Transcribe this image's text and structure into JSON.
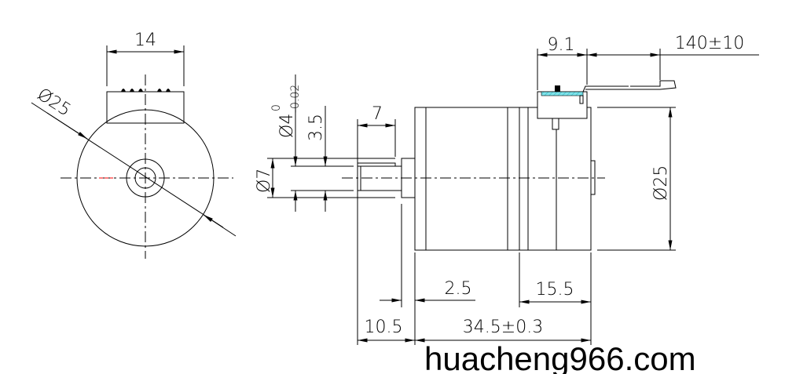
{
  "drawing": {
    "front_view": {
      "width_dim": "14",
      "diameter_dim": "Ø25"
    },
    "side_view": {
      "shaft_diameter_dim": "Ø7",
      "shaft_tol_main": "Ø4",
      "shaft_tol_upper": "0",
      "shaft_tol_lower": "-0.02",
      "flat_dim": "3.5",
      "flat_length_dim": "7",
      "connector_dim": "9.1",
      "lead_length_dim": "140±10",
      "body_diameter_dim": "Ø25",
      "collar_dim": "2.5",
      "rear_dim": "15.5",
      "shaft_length_dim": "10.5",
      "body_length_dim": "34.5±0.3"
    },
    "colors": {
      "hatch": "#5fd8e0",
      "centerline_mark": "#ff0000"
    }
  },
  "watermark": "huacheng966.com"
}
